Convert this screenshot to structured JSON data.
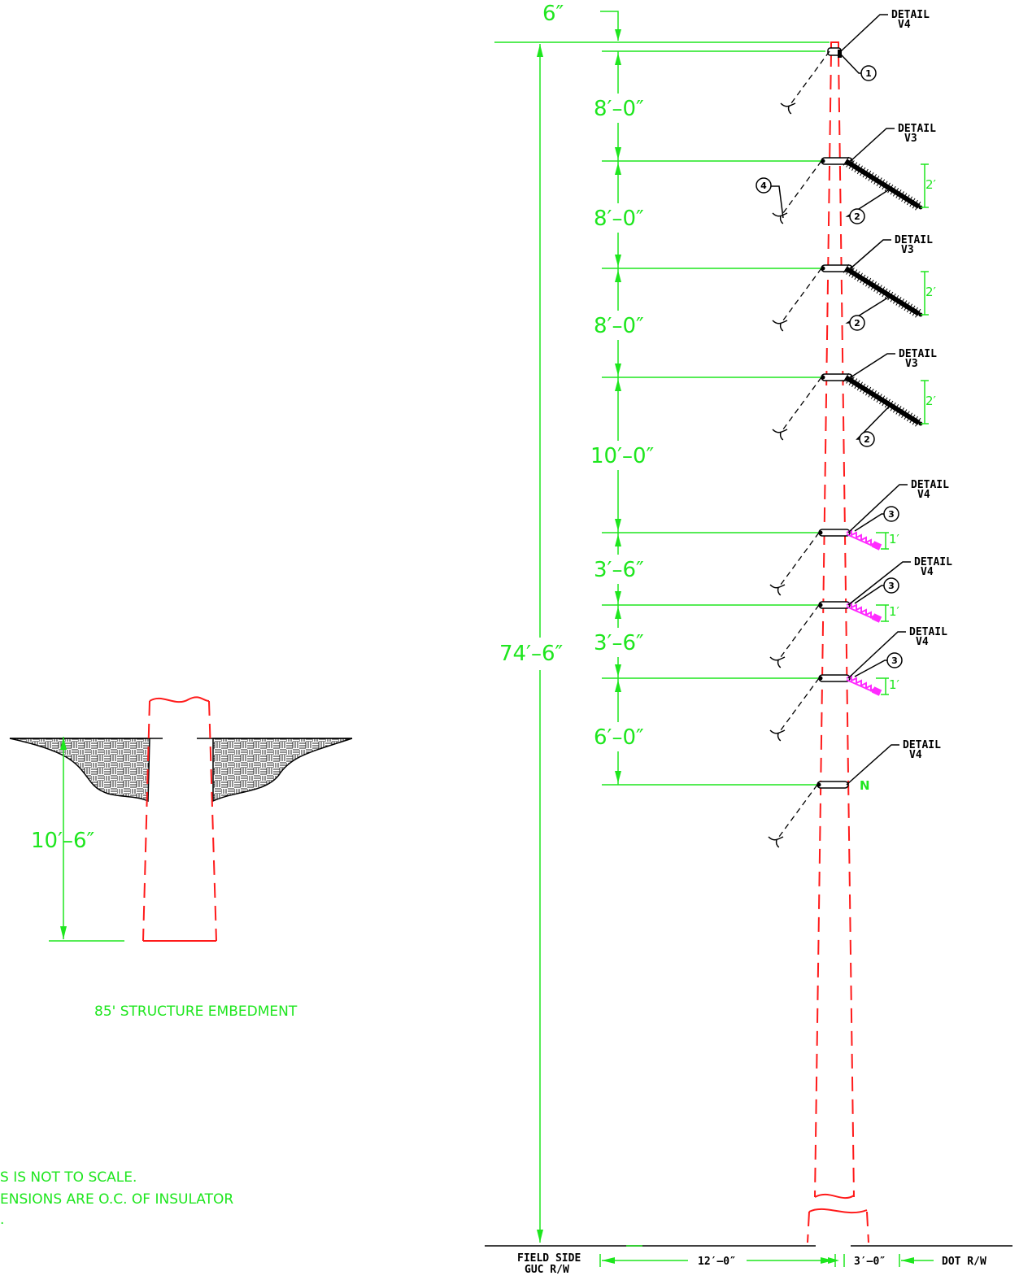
{
  "embedment": {
    "depth_label": "10′–6″",
    "caption": "85' STRUCTURE EMBEDMENT"
  },
  "notes": {
    "line1": "S IS NOT TO SCALE.",
    "line2": "ENSIONS ARE O.C. OF INSULATOR",
    "line3": "."
  },
  "pole": {
    "top_offset": "6″",
    "overall_height": "74′–6″",
    "spacings": [
      "8′–0″",
      "8′–0″",
      "8′–0″",
      "10′–0″",
      "3′–6″",
      "3′–6″",
      "6′–0″"
    ],
    "neutral_mark": "N",
    "insulator_drop_large": "2′",
    "insulator_drop_small": "1′"
  },
  "details": [
    {
      "line1": "DETAIL",
      "line2": "V4",
      "bubble": "1"
    },
    {
      "line1": "DETAIL",
      "line2": "V3",
      "bubble": "2"
    },
    {
      "line1": "DETAIL",
      "line2": "V3",
      "bubble": "2"
    },
    {
      "line1": "DETAIL",
      "line2": "V3",
      "bubble": "2"
    },
    {
      "line1": "DETAIL",
      "line2": "V4",
      "bubble": "3"
    },
    {
      "line1": "DETAIL",
      "line2": "V4",
      "bubble": "3"
    },
    {
      "line1": "DETAIL",
      "line2": "V4",
      "bubble": "3"
    },
    {
      "line1": "DETAIL",
      "line2": "V4",
      "bubble": ""
    }
  ],
  "guy_bubble": "4",
  "ground": {
    "field_side": "FIELD SIDE",
    "guc_rw": "GUC R/W",
    "offset_left": "12′–0″",
    "offset_right": "3′–0″",
    "dot_rw": "DOT R/W"
  },
  "colors": {
    "dimension": "#1ee61e",
    "pole": "#ff1a1a",
    "hardware": "#000000",
    "arrester": "#ff2bff"
  }
}
